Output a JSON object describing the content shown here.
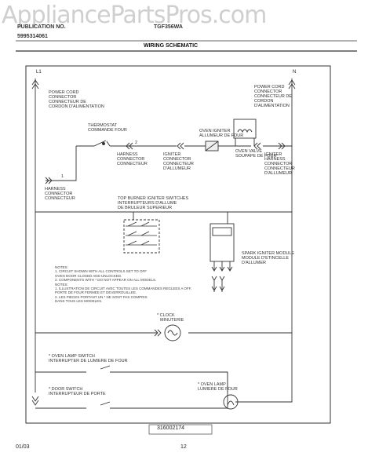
{
  "watermark": "AppliancePartsPros.com",
  "header": {
    "publication_label": "PUBLICATION NO.",
    "publication_no": "5995314061",
    "model": "TGF356WA",
    "title": "WIRING SCHEMATIC"
  },
  "nodes": {
    "l1": "L1",
    "n": "N"
  },
  "labels": {
    "power_cord_left": [
      "POWER CORD",
      "CONNECTOR",
      "CONNECTEUR DE",
      "CORDON D'ALIMENTATION"
    ],
    "power_cord_right": [
      "POWER CORD",
      "CONNECTOR",
      "CONNECTEUR DE",
      "CORDON",
      "D'ALIMENTATION"
    ],
    "thermostat": [
      "THERMOSTAT",
      "COMMANDE FOUR"
    ],
    "oven_igniter": [
      "OVEN IGNITER",
      "ALLUMEUR DE FOUR"
    ],
    "oven_valve": [
      "OVEN VALVE",
      "SOUPAPE DE FOUR"
    ],
    "harness_connector_1": [
      "HARNESS",
      "CONNECTOR",
      "CONNECTEUR"
    ],
    "igniter_connector": [
      "IGNITER",
      "CONNECTOR",
      "CONNECTEUR",
      "D'ALLUMEUR"
    ],
    "igniter_right": [
      "IGNITER",
      "HARNESS",
      "CONNECTOR",
      "CONNECTEUR",
      "D'ALLUMEUR"
    ],
    "harness_connector_2": [
      "HARNESS",
      "CONNECTOR",
      "CONNECTEUR"
    ],
    "top_burner_switches": [
      "TOP BURNER IGNITER SWITCHES",
      "INTERRUPTEURS D'ALLUME",
      "DE BRULEUR SUPERIEUR"
    ],
    "spark_module": [
      "SPARK IGNITER MODULE",
      "MODULE D'ETINCELLE",
      "D'ALLUMER"
    ],
    "clock": [
      "CLOCK",
      "MINUTERIE"
    ],
    "oven_lamp_switch": [
      "OVEN LAMP SWITCH",
      "INTERRUPTER DE LUMIERE DE FOUR"
    ],
    "door_switch": [
      "DOOR SWITCH",
      "INTERRUPTEUR DE PORTE"
    ],
    "oven_lamp": [
      "OVEN LAMP",
      "LUMIERE DE FOUR"
    ]
  },
  "notes": [
    "NOTES:",
    "1.  CIRCUIT SHOWN WITH ALL CONTROLS SET TO OFF",
    "     OVEN DOOR CLOSED AND UNLOCKED.",
    "2.  COMPONENTS WITH * DO NOT APPEAR ON ALL MODELS.",
    "NOTES:",
    "1.  ILLUSTRATION DE CIRCUIT AVEC TOUTES LES COMMANDES REGLEES A OFF,",
    "     PORTE DE FOUR FERMEE ET DEVERROUILLEE.",
    "2.  LES PIECES PORTANT UN * NE SONT PAS COMPRIS",
    "     DANS TOUS LES MODELES."
  ],
  "markers": {
    "one": "1",
    "two": "2",
    "asterisk": "*"
  },
  "part_number": "316002174",
  "footer": {
    "date": "01/03",
    "page": "12"
  }
}
